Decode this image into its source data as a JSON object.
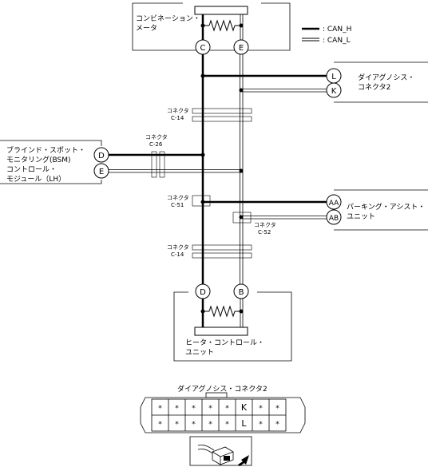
{
  "legend": {
    "can_h": ": CAN_H",
    "can_l": ": CAN_L"
  },
  "modules": {
    "meter": {
      "line1": "コンビネーション・",
      "line2": "メータ",
      "pins": [
        "C",
        "E"
      ]
    },
    "heater": {
      "line1": "ヒータ・コントロール・",
      "line2": "ユニット",
      "pins": [
        "D",
        "B"
      ]
    },
    "bsm": {
      "line1": "ブラインド・スポット・",
      "line2": "モニタリング(BSM)",
      "line3": "コントロール・",
      "line4": "モジュール（LH）",
      "pins": [
        "D",
        "E"
      ]
    },
    "dlc": {
      "line1": "ダイアグノシス・",
      "line2": "コネクタ2",
      "pins": [
        "L",
        "K"
      ]
    },
    "park": {
      "line1": "パーキング・アシスト・",
      "line2": "ユニット",
      "pins": [
        "AA",
        "AB"
      ]
    }
  },
  "connectors": {
    "c14a": {
      "name": "コネクタ",
      "code": "C-14"
    },
    "c26": {
      "name": "コネクタ",
      "code": "C-26"
    },
    "c51": {
      "name": "コネクタ",
      "code": "C-51"
    },
    "c52": {
      "name": "コネクタ",
      "code": "C-52"
    },
    "c14b": {
      "name": "コネクタ",
      "code": "C-14"
    }
  },
  "dlc_face": {
    "title": "ダイアグノシス・コネクタ2",
    "row1": [
      "*",
      "*",
      "*",
      "*",
      "*",
      "K",
      "*",
      "*"
    ],
    "row2": [
      "*",
      "*",
      "*",
      "*",
      "*",
      "L",
      "*",
      "*"
    ]
  }
}
